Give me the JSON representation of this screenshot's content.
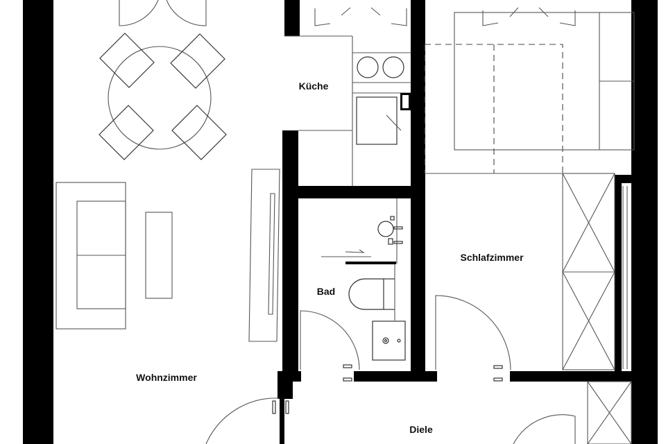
{
  "plan": {
    "type": "apartment-floor-plan",
    "colors": {
      "wall": "#000000",
      "furniture_line": "#555555",
      "background": "#ffffff"
    },
    "rooms": [
      {
        "id": "kueche",
        "label": "Küche"
      },
      {
        "id": "schlafzimmer",
        "label": "Schlafzimmer"
      },
      {
        "id": "bad",
        "label": "Bad"
      },
      {
        "id": "wohnzimmer",
        "label": "Wohnzimmer"
      },
      {
        "id": "diele",
        "label": "Diele"
      }
    ],
    "furniture": [
      "dining-table-round",
      "dining-chair",
      "dining-chair",
      "dining-chair",
      "dining-chair",
      "sofa",
      "coffee-table",
      "tv-sideboard",
      "stove-two-burners",
      "kitchen-sink",
      "kitchen-counter",
      "double-bed",
      "nightstand",
      "wardrobe",
      "washbasin",
      "toilet",
      "shower-tray",
      "hall-wardrobe"
    ]
  }
}
